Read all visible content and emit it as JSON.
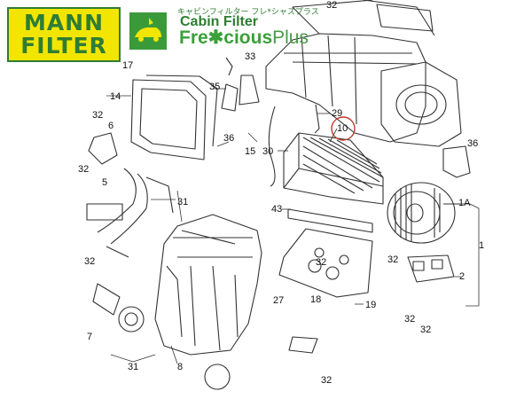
{
  "brand": {
    "logo_line1": "MANN",
    "logo_line2": "FILTER",
    "jp_tagline": "キャビンフィルター フレ*シャスプラス",
    "product_line": "Cabin Filter",
    "product_name": "FreciousPlus",
    "product_name_main": "Fre✱cious",
    "product_name_plus": "Plus",
    "colors": {
      "logo_bg": "#f2e600",
      "logo_text": "#2e7d32",
      "accent": "#3aa03a"
    }
  },
  "callouts": [
    {
      "id": "c32a",
      "text": "32"
    },
    {
      "id": "c33",
      "text": "33"
    },
    {
      "id": "c14",
      "text": "14"
    },
    {
      "id": "c35",
      "text": "35"
    },
    {
      "id": "c32b",
      "text": "32"
    },
    {
      "id": "c6",
      "text": "6"
    },
    {
      "id": "c29",
      "text": "29"
    },
    {
      "id": "c10",
      "text": "10"
    },
    {
      "id": "c36a",
      "text": "36"
    },
    {
      "id": "c36b",
      "text": "36"
    },
    {
      "id": "c15",
      "text": "15"
    },
    {
      "id": "c30",
      "text": "30"
    },
    {
      "id": "c32c",
      "text": "32"
    },
    {
      "id": "c5",
      "text": "5"
    },
    {
      "id": "c31a",
      "text": "31"
    },
    {
      "id": "c43",
      "text": "43"
    },
    {
      "id": "c1a",
      "text": "1A"
    },
    {
      "id": "c1",
      "text": "1"
    },
    {
      "id": "c32d",
      "text": "32"
    },
    {
      "id": "c32e",
      "text": "32"
    },
    {
      "id": "c2",
      "text": "2"
    },
    {
      "id": "c32f",
      "text": "32"
    },
    {
      "id": "c27",
      "text": "27"
    },
    {
      "id": "c18",
      "text": "18"
    },
    {
      "id": "c19",
      "text": "19"
    },
    {
      "id": "c32g",
      "text": "32"
    },
    {
      "id": "c32h",
      "text": "32"
    },
    {
      "id": "c7",
      "text": "7"
    },
    {
      "id": "c31b",
      "text": "31"
    },
    {
      "id": "c8",
      "text": "8"
    },
    {
      "id": "c32i",
      "text": "32"
    },
    {
      "id": "c17",
      "text": "17"
    }
  ]
}
